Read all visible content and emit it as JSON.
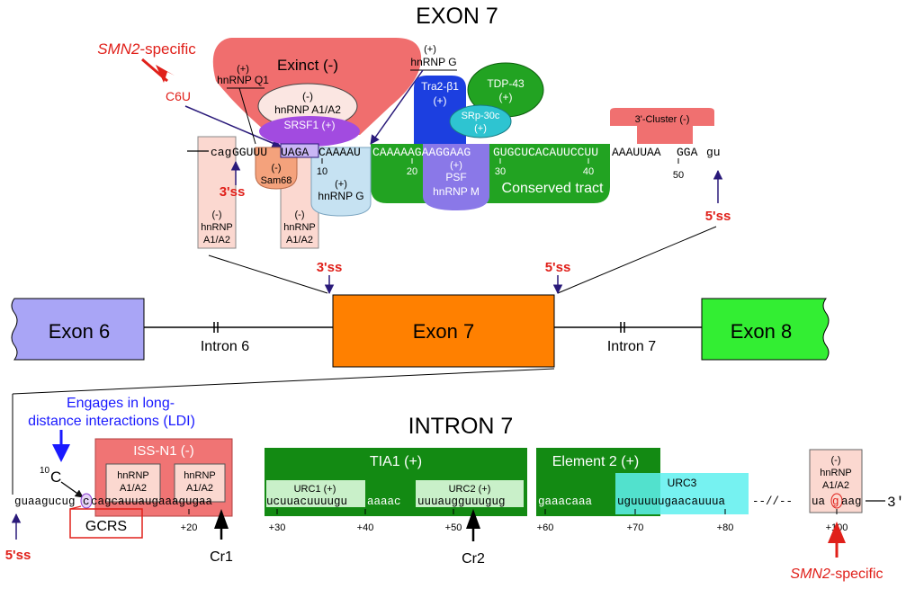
{
  "titles": {
    "exon7": "EXON 7",
    "intron7": "INTRON 7"
  },
  "colors": {
    "red_label": "#e0201a",
    "blue_label": "#1a1aff",
    "navy_arrow": "#2a1a7a",
    "exon6": "#a9a5f6",
    "exon7": "#ff8000",
    "exon8": "#33ee33",
    "conserved": "#22a322",
    "dark_green": "#138a13",
    "exinct": "#f06e6e",
    "srsf1": "#a24be0",
    "tra2": "#1c3fe0",
    "srp30c": "#2ec4d1",
    "psf": "#8a78e8",
    "hnrnpg": "#c6e2f2",
    "sam68": "#f4a27c",
    "cluster3": "#f07070",
    "pinkbox": "#fbd8d0",
    "issn1": "#f07474",
    "urc3": "#5ef0ee"
  },
  "exon7_top": {
    "smn2_specific": "SMN2-specific",
    "smn2_italic": "SMN2",
    "smn2_suffix": "-specific",
    "c6u": "C6U",
    "exinct": "Exinct (-)",
    "hnrnp_q1_plus": "(+)",
    "hnrnp_q1": "hnRNP Q1",
    "hnrnp_a1a2_minus": "(-)",
    "hnrnp_a1a2": "hnRNP A1/A2",
    "srsf1": "SRSF1 (+)",
    "hnrnp_g_top_plus": "(+)",
    "hnrnp_g_top": "hnRNP G",
    "tra2_name": "Tra2-β1",
    "tra2_sign": "(+)",
    "tdp43_name": "TDP-43",
    "tdp43_sign": "(+)",
    "srp30c_name": "SRp-30c",
    "srp30c_sign": "(+)",
    "cluster3": "3'-Cluster (-)",
    "seq": {
      "s1": "cag",
      "s2": "GGUUU",
      "s3": "UAGA",
      "s4": "CAAAAU",
      "s5": "CAAAAAGAAGGAAG",
      "s6": "GUGCUCACAUUCCUU",
      "s7": "AAAUUAA",
      "s8": "GGA",
      "s9": "gu"
    },
    "ticks": [
      "10",
      "20",
      "30",
      "40",
      "50"
    ],
    "sam68_sign": "(-)",
    "sam68_name": "Sam68",
    "hnrnp_g_bottom_sign": "(+)",
    "hnrnp_g_bottom": "hnRNP G",
    "psf_sign": "(+)",
    "psf_name": "PSF",
    "hnrnp_m": "hnRNP M",
    "conserved": "Conserved tract",
    "ss3": "3'ss",
    "ss5": "5'ss",
    "box1": [
      "(-)",
      "hnRNP",
      "A1/A2"
    ],
    "box2": [
      "(-)",
      "hnRNP",
      "A1/A2"
    ]
  },
  "gene": {
    "exon6": "Exon 6",
    "exon7": "Exon 7",
    "exon8": "Exon 8",
    "intron6": "Intron 6",
    "intron7": "Intron 7",
    "ss3": "3'ss",
    "ss5": "5'ss"
  },
  "intron7_bottom": {
    "ldi_line1": "Engages in long-",
    "ldi_line2": "distance interactions (LDI)",
    "c10_sup": "10",
    "c10": "C",
    "issn1": "ISS-N1 (-)",
    "box_a": [
      "hnRNP",
      "A1/A2"
    ],
    "box_b": [
      "hnRNP",
      "A1/A2"
    ],
    "tia1": "TIA1 (+)",
    "urc1": "URC1 (+)",
    "urc2": "URC2 (+)",
    "element2": "Element 2 (+)",
    "urc3": "URC3",
    "box_right": [
      "(-)",
      "hnRNP",
      "A1/A2"
    ],
    "seq": {
      "p1": "guaagucug",
      "p2": "c",
      "p3": "cagcauuaugaaagugaa",
      "p4": "ucuuacuuuugu",
      "p5": "aaaac",
      "p6": "uuuaugguuugug",
      "p7": "gaaacaaa",
      "p8": "uguuuuugaacauuua",
      "p9": "--//--",
      "p10": "ua",
      "p11": "g",
      "p12": "aag",
      "end": "3'"
    },
    "ticks": [
      "+20",
      "+30",
      "+40",
      "+50",
      "+60",
      "+70",
      "+80",
      "+100"
    ],
    "gcrs": "GCRS",
    "cr1": "Cr1",
    "cr2": "Cr2",
    "ss5": "5'ss",
    "smn2_italic": "SMN2",
    "smn2_suffix": "-specific"
  }
}
